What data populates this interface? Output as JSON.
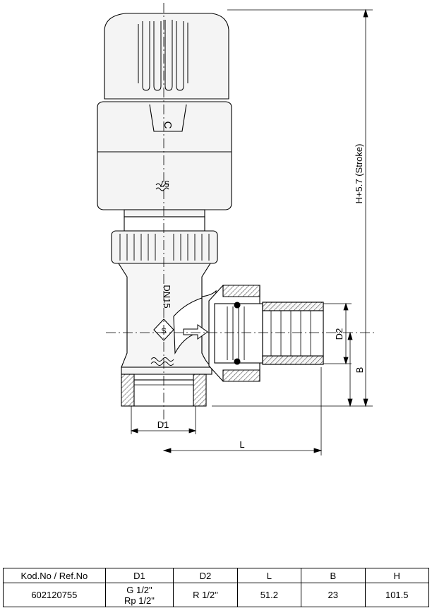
{
  "drawing": {
    "labels": {
      "d1": "D1",
      "d2": "D2",
      "l": "L",
      "b": "B",
      "h": "H+5.7 (Stroke)",
      "body_size": "DN15",
      "cap_letter": "C",
      "setting_mark": "57"
    }
  },
  "table": {
    "headers": [
      "Kod.No / Ref.No",
      "D1",
      "D2",
      "L",
      "B",
      "H"
    ],
    "rows": [
      {
        "code": "602120755",
        "d1_line1": "G 1/2\"",
        "d1_line2": "Rp 1/2\"",
        "d2": "R 1/2\"",
        "l": "51.2",
        "b": "23",
        "h": "101.5"
      }
    ]
  }
}
